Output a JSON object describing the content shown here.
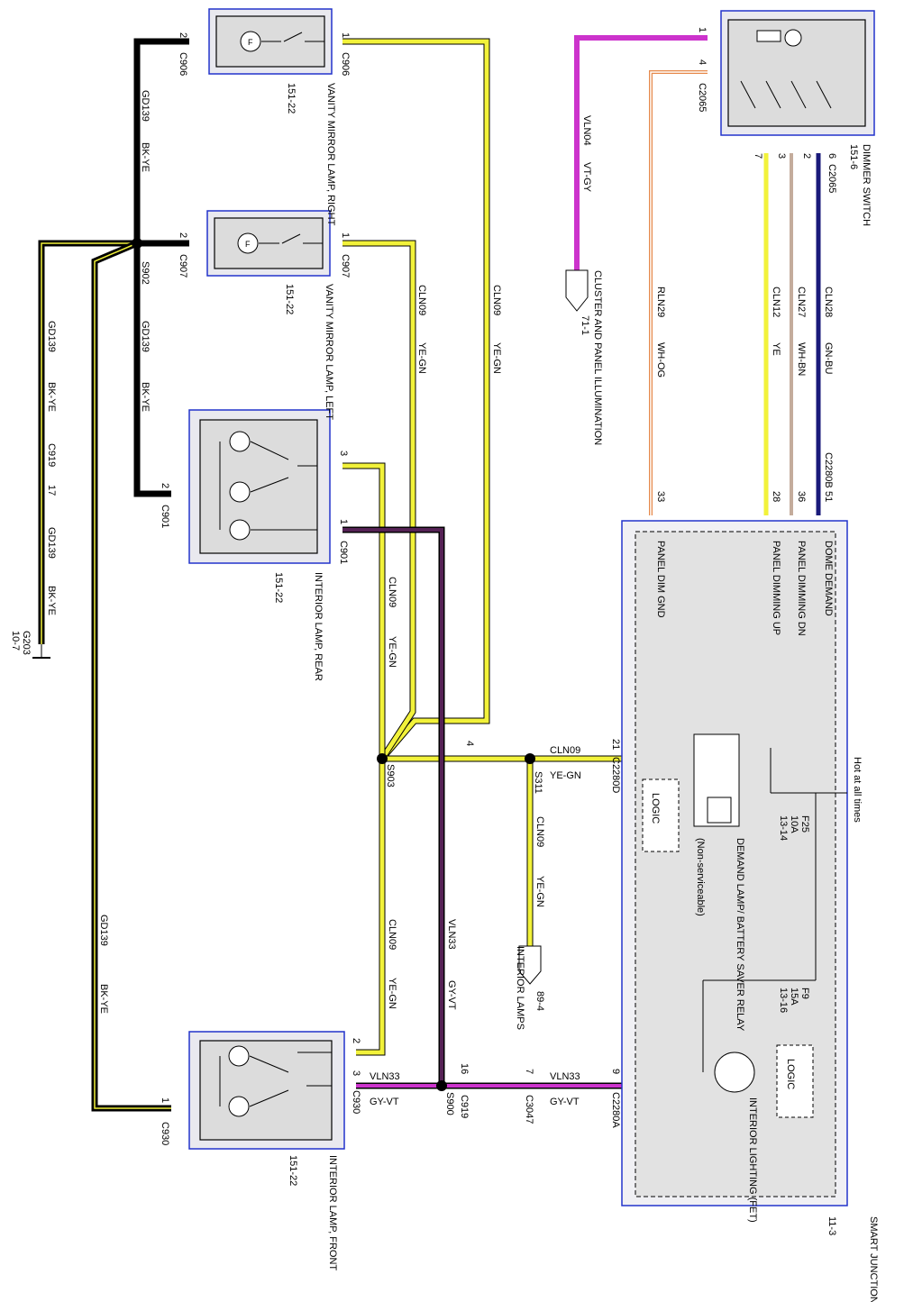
{
  "components": {
    "vanity_right": {
      "name": "VANITY MIRROR LAMP, RIGHT",
      "ref": "151-22",
      "conn_left": "C906",
      "conn_right": "C906",
      "pin_left": "2",
      "pin_right": "1"
    },
    "vanity_left": {
      "name": "VANITY MIRROR LAMP, LEFT",
      "ref": "151-22",
      "conn_left": "C907",
      "conn_right": "C907",
      "pin_left": "2",
      "pin_right": "1"
    },
    "interior_rear": {
      "name": "INTERIOR LAMP, REAR",
      "ref": "151-22",
      "conn_left": "C901",
      "conn_right": "C901",
      "pin_left": "2",
      "pin_3": "3",
      "pin_1": "1"
    },
    "interior_front": {
      "name": "INTERIOR LAMP, FRONT",
      "ref": "151-22",
      "conn_left": "C930",
      "conn_right": "C930",
      "pin_left": "1",
      "pin_2": "2",
      "pin_3": "3"
    },
    "dimmer": {
      "name": "DIMMER SWITCH",
      "ref": "151-6",
      "conn_top": "C2065",
      "conn_bottom": "C2065",
      "pin_1": "1",
      "pin_4": "4",
      "pin_7": "7",
      "pin_3": "3",
      "pin_2b": "2",
      "pin_6": "6"
    },
    "sjb": {
      "name": "SMART JUNCTION BOX (SJB)",
      "ref": "11-3",
      "hot": "Hot at all times",
      "f25": "F25",
      "f25_a": "10A",
      "f25_ref": "13-14",
      "f9": "F9",
      "f9_a": "15A",
      "f9_ref": "13-16",
      "relay": "DEMAND LAMP/ BATTERY SAVER RELAY",
      "relay_note": "(Non-serviceable)",
      "logic": "LOGIC",
      "fet": "INTERIOR LIGHTING (FET)",
      "c2280a": "C2280A",
      "c2280a_pin": "9",
      "c2280d": "C2280D",
      "c2280d_pin": "21",
      "c2280b": "C2280B",
      "dome": "DOME DEMAND",
      "dim_dn": "PANEL DIMMING DN",
      "dim_up": "PANEL DIMMING UP",
      "dim_gnd": "PANEL DIM GND",
      "pin_51": "51",
      "pin_36": "36",
      "pin_28": "28",
      "pin_33": "33"
    }
  },
  "wires": {
    "gd139": "GD139",
    "bkye": "BK-YE",
    "cln09": "CLN09",
    "yegn": "YE-GN",
    "vln33": "VLN33",
    "gyvt": "GY-VT",
    "vln04": "VLN04",
    "vlgy": "VT-GY",
    "rln29": "RLN29",
    "whog": "WH-OG",
    "cln12": "CLN12",
    "ye": "YE",
    "cln27": "CLN27",
    "whbn": "WH-BN",
    "cln28": "CLN28",
    "gnbu": "GN-BU"
  },
  "splices": {
    "s902": "S902",
    "s903": "S903",
    "s900": "S900",
    "s311": "S311"
  },
  "connectors": {
    "c919": "C919",
    "c919_17": "17",
    "c919_16": "16",
    "c3047": "C3047",
    "c3047_pin": "7",
    "s903_pin": "4"
  },
  "ground": {
    "name": "G203",
    "ref": "10-7"
  },
  "refs": {
    "cluster": "CLUSTER AND PANEL ILLUMINATION",
    "cluster_ref": "71-1",
    "interior": "INTERIOR LAMPS",
    "interior_ref": "89-4"
  },
  "colors": {
    "border": "#2233cc",
    "yellow": "#f2f23a",
    "violet": "#cc33cc",
    "navy": "#1a1a7a",
    "orange": "#e6884a"
  }
}
